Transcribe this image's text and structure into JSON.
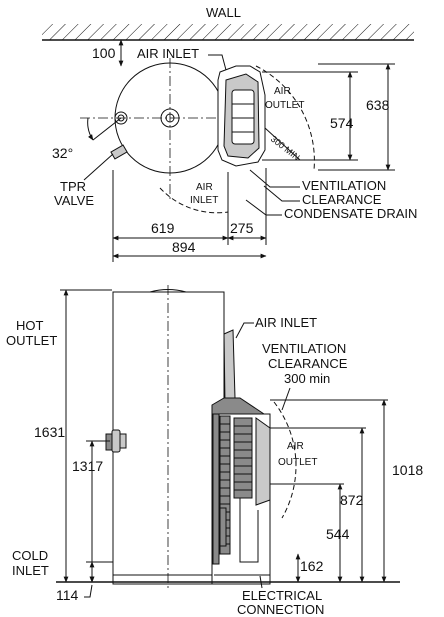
{
  "top_view": {
    "wall": "WALL",
    "dim_100": "100",
    "air_inlet_top": "AIR INLET",
    "air_outlet_l1": "AIR",
    "air_outlet_l2": "OUTLET",
    "dim_638": "638",
    "dim_574": "574",
    "dim_300_min": "300 MIN",
    "angle_32": "32°",
    "tpr_l1": "TPR",
    "tpr_l2": "VALVE",
    "air_inlet_l1": "AIR",
    "air_inlet_l2": "INLET",
    "ventilation_l1": "VENTILATION",
    "ventilation_l2": "CLEARANCE",
    "condensate_drain": "CONDENSATE DRAIN",
    "dim_619": "619",
    "dim_275": "275",
    "dim_894": "894"
  },
  "side_view": {
    "hot_l1": "HOT",
    "hot_l2": "OUTLET",
    "air_inlet": "AIR INLET",
    "vent_l1": "VENTILATION",
    "vent_l2": "CLEARANCE",
    "vent_l3": "300 min",
    "air_outlet_l1": "AIR",
    "air_outlet_l2": "OUTLET",
    "dim_1631": "1631",
    "dim_1317": "1317",
    "dim_1018": "1018",
    "dim_872": "872",
    "dim_544": "544",
    "dim_162": "162",
    "dim_114": "114",
    "cold_l1": "COLD",
    "cold_l2": "INLET",
    "electrical_l1": "ELECTRICAL",
    "electrical_l2": "CONNECTION"
  }
}
